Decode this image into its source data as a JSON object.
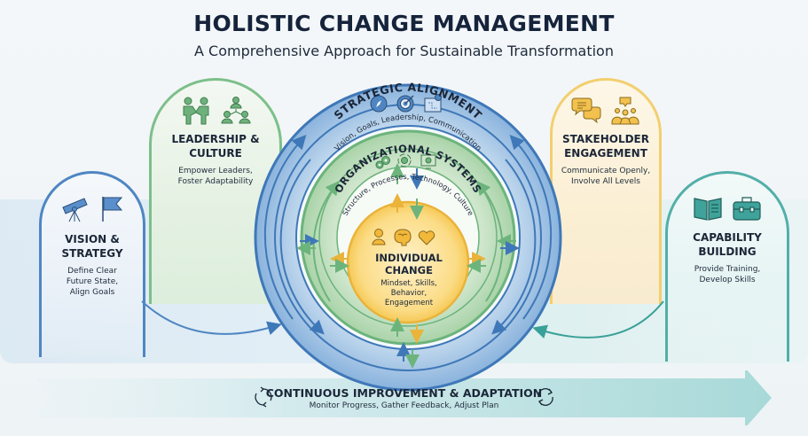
{
  "header": {
    "title": "HOLISTIC CHANGE MANAGEMENT",
    "subtitle": "A Comprehensive Approach for Sustainable Transformation"
  },
  "panels": {
    "leadership": {
      "title_line1": "LEADERSHIP &",
      "title_line2": "CULTURE",
      "desc_line1": "Empower Leaders,",
      "desc_line2": "Foster Adaptability",
      "icons": [
        "handshake-icon",
        "org-chart-icon"
      ],
      "color": "#7dbf8a"
    },
    "vision": {
      "title_line1": "VISION &",
      "title_line2": "STRATEGY",
      "desc_line1": "Define Clear",
      "desc_line2": "Future State,",
      "desc_line3": "Align Goals",
      "icons": [
        "telescope-icon",
        "flag-icon"
      ],
      "color": "#4f86c2"
    },
    "stakeholder": {
      "title_line1": "STAKEHOLDER",
      "title_line2": "ENGAGEMENT",
      "desc_line1": "Communicate Openly,",
      "desc_line2": "Involve All Levels",
      "icons": [
        "chat-bubbles-icon",
        "group-announcement-icon"
      ],
      "color": "#f2cf6f"
    },
    "capability": {
      "title_line1": "CAPABILITY",
      "title_line2": "BUILDING",
      "desc_line1": "Provide Training,",
      "desc_line2": "Develop Skills",
      "icons": [
        "open-book-icon",
        "toolbox-icon"
      ],
      "color": "#52afa8"
    }
  },
  "rings": {
    "strategic": {
      "title": "STRATEGIC ALIGNMENT",
      "subtitle": "Vision, Goals, Leadership, Communication",
      "icons": [
        "compass-icon",
        "target-icon",
        "roadmap-icon"
      ],
      "color": "#4f86c2"
    },
    "organizational": {
      "title": "ORGANIZATIONAL SYSTEMS",
      "subtitle": "Structure, Processes, Technology, Culture",
      "icons": [
        "gears-icon",
        "cycle-gear-icon",
        "computer-gear-icon"
      ],
      "color": "#7dbf8a"
    },
    "individual": {
      "title_line1": "INDIVIDUAL",
      "title_line2": "CHANGE",
      "desc_line1": "Mindset, Skills,",
      "desc_line2": "Behavior,",
      "desc_line3": "Engagement",
      "icons": [
        "person-icon",
        "brain-icon",
        "heart-icon"
      ],
      "color": "#f5c64f"
    }
  },
  "footer": {
    "title": "CONTINUOUS IMPROVEMENT & ADAPTATION",
    "subtitle": "Monitor Progress, Gather Feedback, Adjust Plan",
    "icons": [
      "cycle-arrows-icon",
      "cycle-arrows-icon"
    ]
  }
}
